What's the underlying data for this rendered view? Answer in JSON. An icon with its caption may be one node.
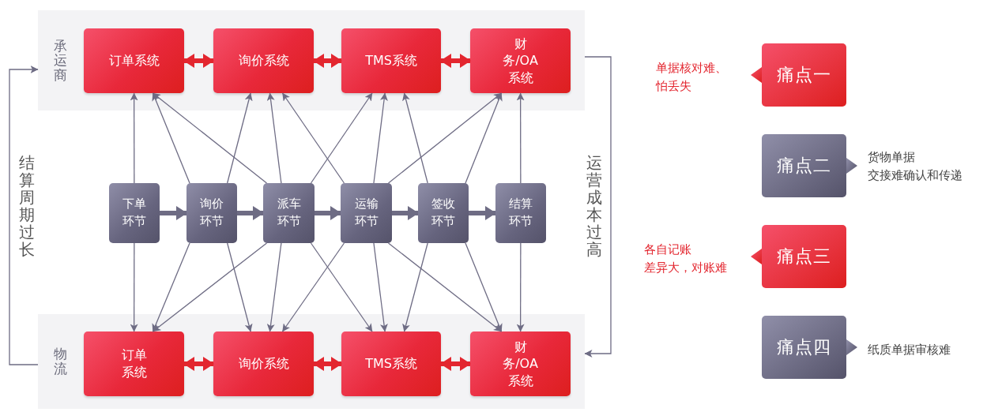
{
  "diagram": {
    "nodes": [
      {
        "text": [
          "承运商"
        ]
      },
      {
        "text": [
          "订单系统"
        ],
        "in": 0
      },
      {
        "text": [
          "询价系统"
        ],
        "in": 0
      },
      {
        "text": [
          "TMS系统"
        ],
        "in": 0
      },
      {
        "text": [
          "财务/OA系统"
        ],
        "in": 0
      },
      {
        "text": [
          "下单环节"
        ]
      },
      {
        "text": [
          "询价环节"
        ]
      },
      {
        "text": [
          "派车环节"
        ]
      },
      {
        "text": [
          "运输环节"
        ]
      },
      {
        "text": [
          "签收环节"
        ]
      },
      {
        "text": [
          "结算环节"
        ]
      },
      {
        "text": [
          "物流"
        ]
      },
      {
        "text": [
          "订单系统"
        ],
        "in": 11
      },
      {
        "text": [
          "询价系统"
        ],
        "in": 11
      },
      {
        "text": [
          "TMS系统"
        ],
        "in": 11
      },
      {
        "text": [
          "财务/OA系统"
        ],
        "in": 11
      },
      {
        "text": [
          "痛点一"
        ],
        "beside": [
          "单据核对难、怕丢失"
        ]
      },
      {
        "text": [
          "痛点二"
        ],
        "beside": [
          "货物单据交接难确认和传递"
        ]
      },
      {
        "text": [
          "痛点三"
        ],
        "beside": [
          "各自记账差异大，对账难"
        ]
      },
      {
        "text": [
          "痛点四"
        ],
        "beside": [
          "纸质单据审核难"
        ]
      }
    ],
    "edges": [
      {
        "from": 1,
        "to": 2,
        "arrow": "both",
        "style": "thick",
        "color": "#e3262f"
      },
      {
        "from": 2,
        "to": 3,
        "arrow": "both",
        "style": "thick",
        "color": "#e3262f"
      },
      {
        "from": 3,
        "to": 4,
        "arrow": "both",
        "style": "thick",
        "color": "#e3262f"
      },
      {
        "from": 12,
        "to": 13,
        "arrow": "both",
        "style": "thick",
        "color": "#e3262f"
      },
      {
        "from": 13,
        "to": 14,
        "arrow": "both",
        "style": "thick",
        "color": "#e3262f"
      },
      {
        "from": 14,
        "to": 15,
        "arrow": "both",
        "style": "thick",
        "color": "#e3262f"
      },
      {
        "from": 5,
        "to": 6,
        "arrow": "to",
        "style": "thick"
      },
      {
        "from": 6,
        "to": 7,
        "arrow": "to",
        "style": "thick"
      },
      {
        "from": 7,
        "to": 8,
        "arrow": "to",
        "style": "thick"
      },
      {
        "from": 8,
        "to": 9,
        "arrow": "to",
        "style": "thick"
      },
      {
        "from": 9,
        "to": 10,
        "arrow": "to",
        "style": "thick"
      },
      {
        "from": 5,
        "to": 1,
        "arrow": "to"
      },
      {
        "from": 6,
        "to": 1,
        "arrow": "to"
      },
      {
        "from": 7,
        "to": 1,
        "arrow": "to"
      },
      {
        "from": 6,
        "to": 2,
        "arrow": "to"
      },
      {
        "from": 7,
        "to": 2,
        "arrow": "to"
      },
      {
        "from": 8,
        "to": 2,
        "arrow": "to"
      },
      {
        "from": 7,
        "to": 3,
        "arrow": "to"
      },
      {
        "from": 8,
        "to": 3,
        "arrow": "to"
      },
      {
        "from": 9,
        "to": 3,
        "arrow": "to"
      },
      {
        "from": 8,
        "to": 4,
        "arrow": "to"
      },
      {
        "from": 9,
        "to": 4,
        "arrow": "to"
      },
      {
        "from": 10,
        "to": 4,
        "arrow": "to"
      },
      {
        "from": 5,
        "to": 12,
        "arrow": "to"
      },
      {
        "from": 6,
        "to": 12,
        "arrow": "to"
      },
      {
        "from": 7,
        "to": 12,
        "arrow": "to"
      },
      {
        "from": 6,
        "to": 13,
        "arrow": "to"
      },
      {
        "from": 7,
        "to": 13,
        "arrow": "to"
      },
      {
        "from": 8,
        "to": 13,
        "arrow": "to"
      },
      {
        "from": 7,
        "to": 14,
        "arrow": "to"
      },
      {
        "from": 8,
        "to": 14,
        "arrow": "to"
      },
      {
        "from": 9,
        "to": 14,
        "arrow": "to"
      },
      {
        "from": 8,
        "to": 15,
        "arrow": "to"
      },
      {
        "from": 9,
        "to": 15,
        "arrow": "to"
      },
      {
        "from": 10,
        "to": 15,
        "arrow": "to"
      },
      {
        "from": 11,
        "to": 0,
        "arrow": "to",
        "label": "结算周期过长"
      },
      {
        "from": 0,
        "to": 11,
        "arrow": "to",
        "label": "运营成本过高"
      }
    ]
  }
}
